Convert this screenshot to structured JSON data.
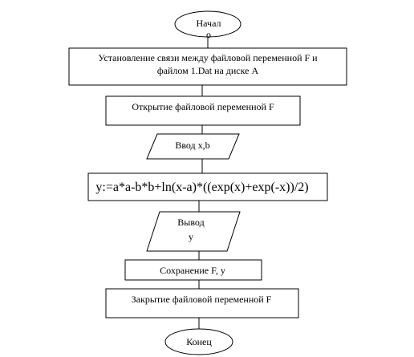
{
  "flowchart": {
    "start_line1": "Начал",
    "start_line2": "о",
    "link_line1": "Установление связи между файловой переменной F и",
    "link_line2": "файлом 1.Dat на диске А",
    "open_file": "Открытие файловой переменной F",
    "input": "Ввод x,b",
    "formula": "y:=a*a-b*b+ln(x-a)*((exp(x)+exp(-x))/2)",
    "output_line1": "Вывод",
    "output_line2": "y",
    "save": "Сохранение F, y",
    "close_file": "Закрытие файловой переменной F",
    "end": "Конец"
  }
}
